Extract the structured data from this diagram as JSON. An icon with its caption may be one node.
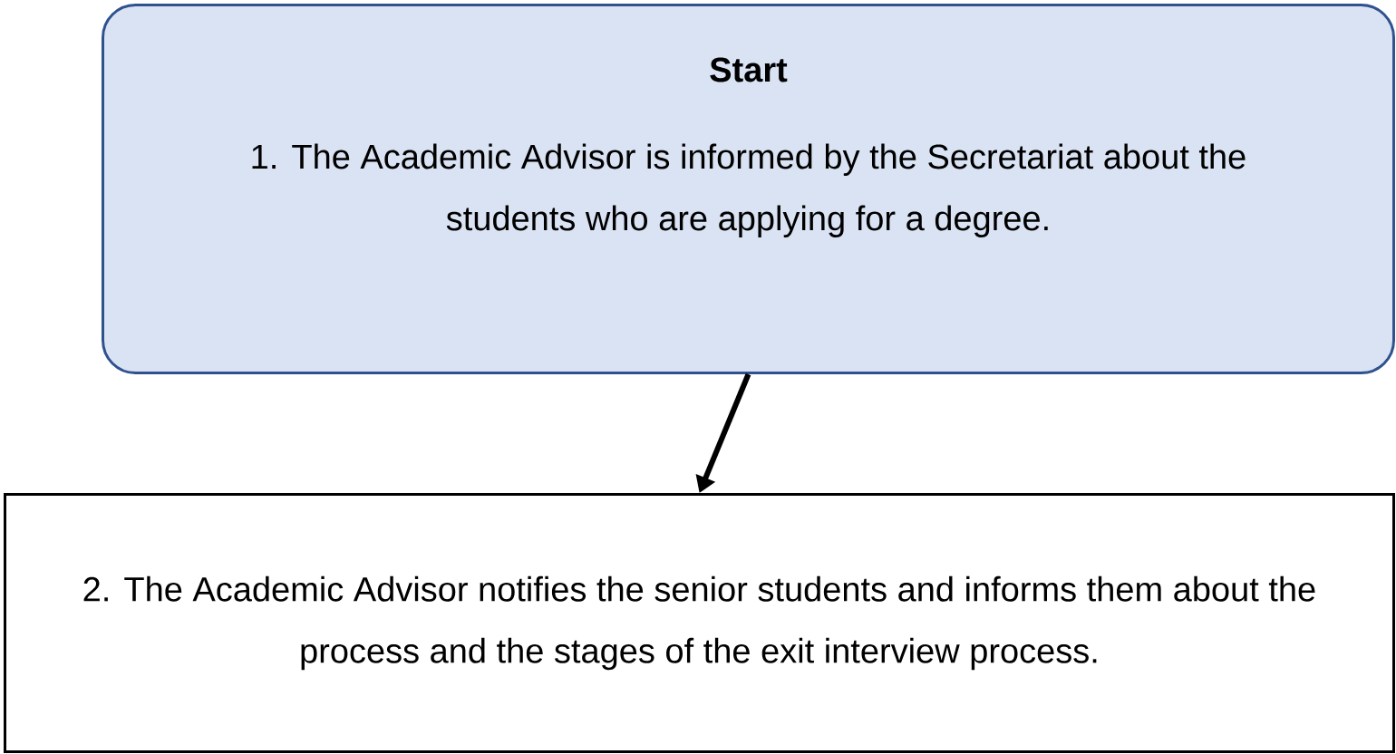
{
  "diagram": {
    "nodes": [
      {
        "text": [
          "Start",
          "1. The Academic Advisor is informed by the Secretariat about the students who are applying for a degree."
        ]
      },
      {
        "text": [
          "2. The Academic Advisor notifies the senior students and informs them about the process and the stages of the exit interview process."
        ]
      }
    ],
    "edges": [
      {
        "from": 0,
        "to": 1,
        "arrow": "to"
      }
    ]
  }
}
